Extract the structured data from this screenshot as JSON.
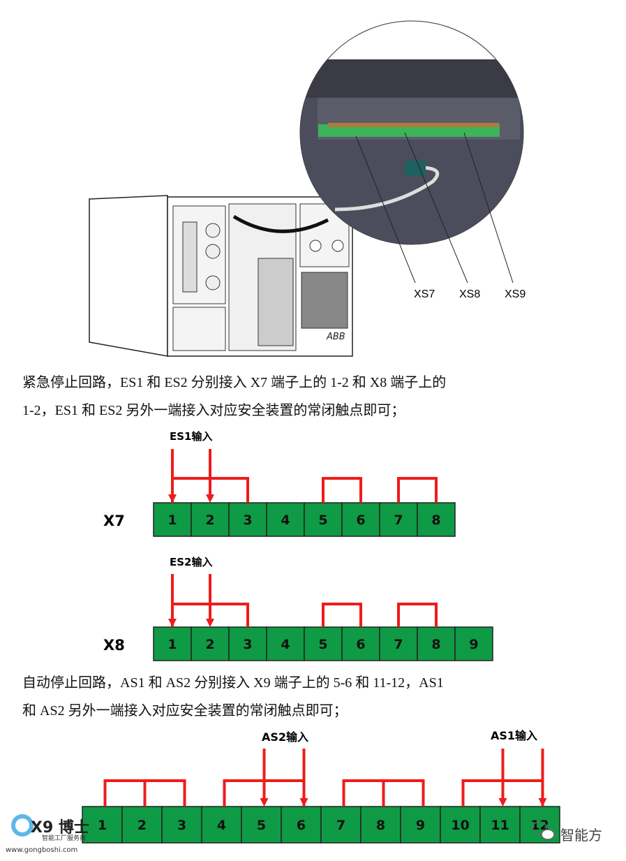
{
  "figure": {
    "connector_labels": [
      "XS7",
      "XS8",
      "XS9"
    ],
    "brand": "ABB"
  },
  "paragraph1": {
    "line1": "紧急停止回路，ES1 和 ES2 分别接入 X7 端子上的 1-2 和 X8 端子上的",
    "line2": "1-2，ES1 和 ES2 另外一端接入对应安全装置的常闭触点即可；"
  },
  "x7": {
    "name": "X7",
    "input_label": "ES1输入",
    "terminals": [
      "1",
      "2",
      "3",
      "4",
      "5",
      "6",
      "7",
      "8"
    ]
  },
  "x8": {
    "name": "X8",
    "input_label": "ES2输入",
    "terminals": [
      "1",
      "2",
      "3",
      "4",
      "5",
      "6",
      "7",
      "8",
      "9"
    ]
  },
  "paragraph2": {
    "line1": "自动停止回路，AS1 和 AS2 分别接入 X9 端子上的 5-6 和 11-12，AS1",
    "line2": "和 AS2 另外一端接入对应安全装置的常闭触点即可；"
  },
  "x9": {
    "as2_label": "AS2输入",
    "as1_label": "AS1输入",
    "terminals": [
      "1",
      "2",
      "3",
      "4",
      "5",
      "6",
      "7",
      "8",
      "9",
      "10",
      "11",
      "12"
    ]
  },
  "watermark_left": {
    "logo": "X9博士",
    "tagline": "智能工厂服务商",
    "url": "www.gongboshi.com"
  },
  "watermark_right": {
    "text": "智能方"
  },
  "colors": {
    "terminal_green": "#0f9a45",
    "wire_red": "#ee1c1c"
  }
}
